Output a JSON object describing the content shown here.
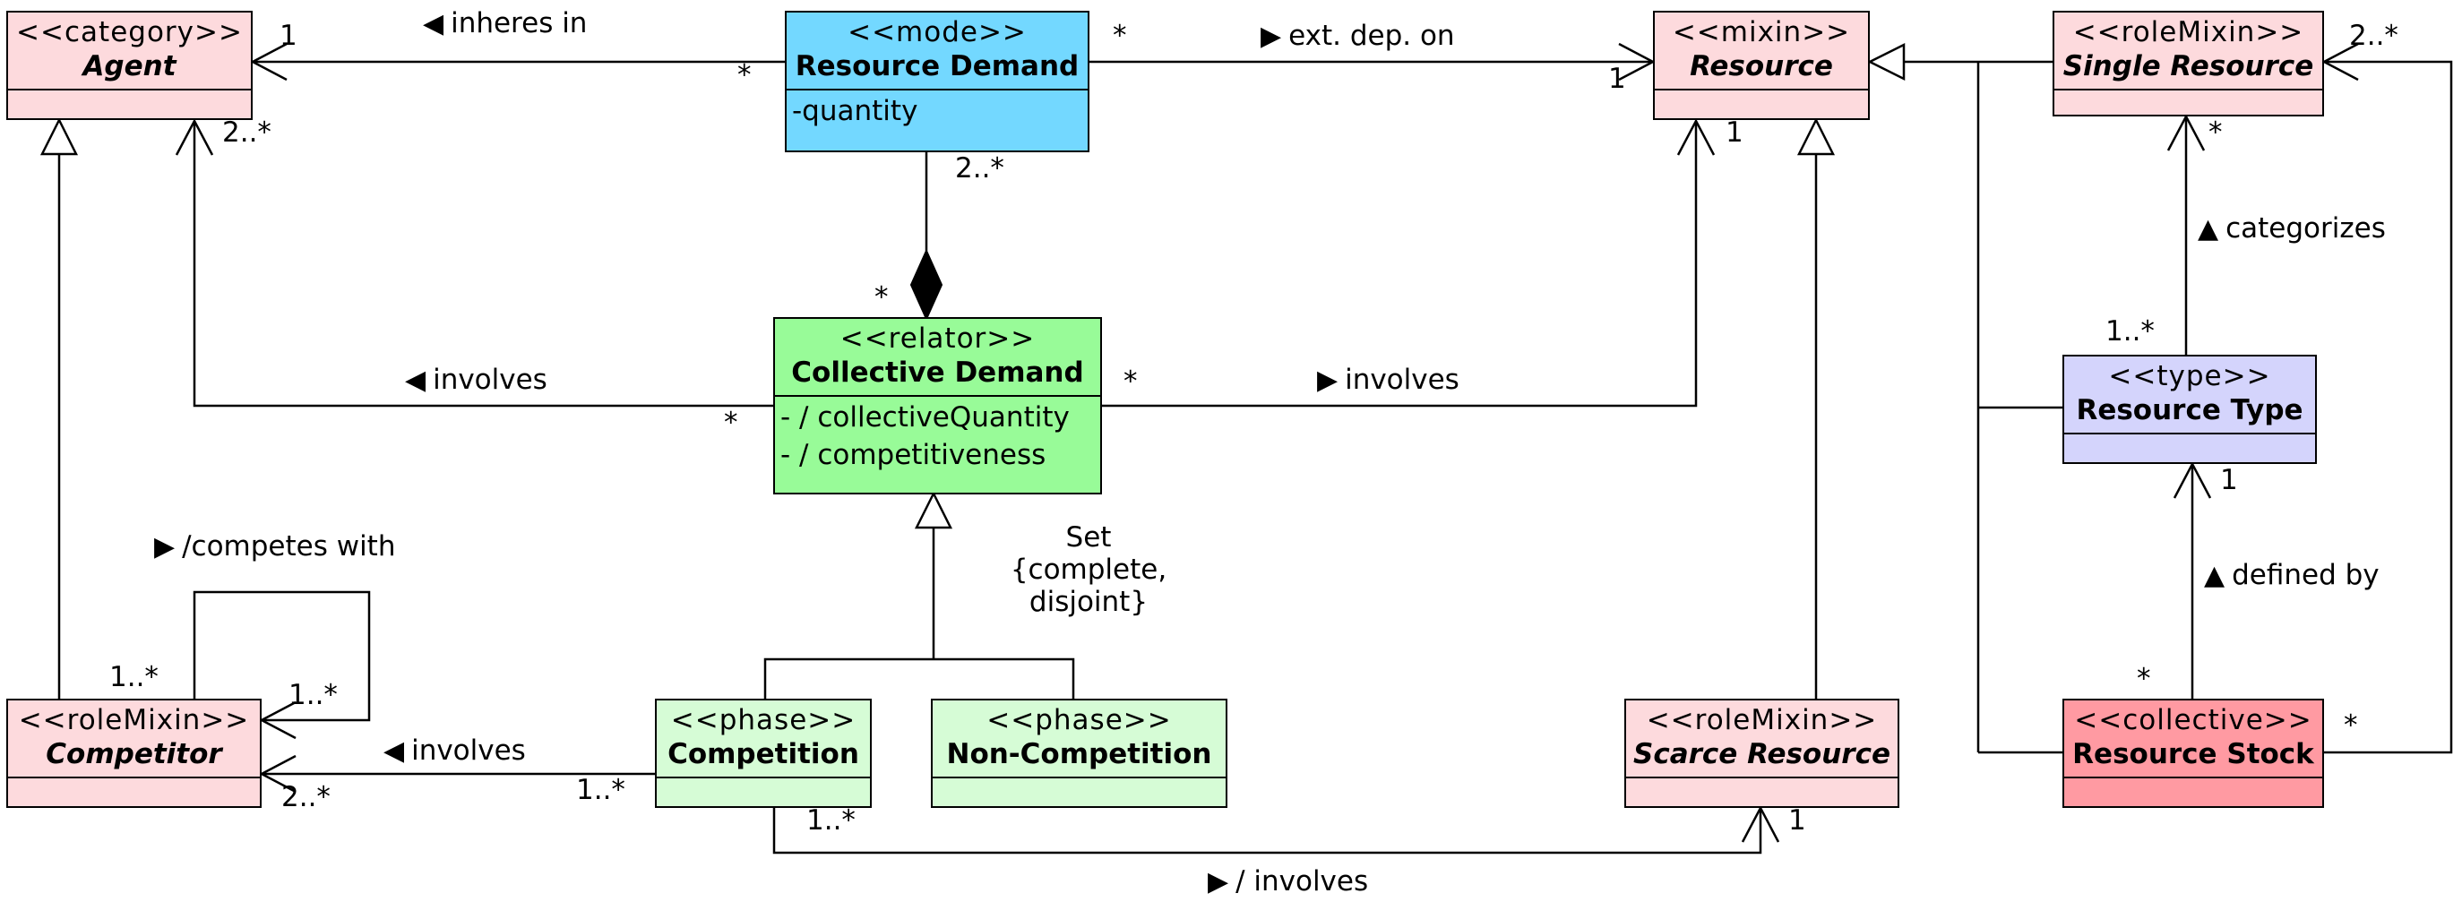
{
  "classes": {
    "agent": {
      "stereotype": "<<category>>",
      "name": "Agent"
    },
    "resource_demand": {
      "stereotype": "<<mode>>",
      "name": "Resource Demand",
      "attributes": [
        "-quantity"
      ]
    },
    "resource": {
      "stereotype": "<<mixin>>",
      "name": "Resource"
    },
    "single_resource": {
      "stereotype": "<<roleMixin>>",
      "name": "Single Resource"
    },
    "collective_demand": {
      "stereotype": "<<relator>>",
      "name": "Collective Demand",
      "attributes": [
        "- / collectiveQuantity",
        "- / competitiveness"
      ]
    },
    "resource_type": {
      "stereotype": "<<type>>",
      "name": "Resource Type"
    },
    "competitor": {
      "stereotype": "<<roleMixin>>",
      "name": "Competitor"
    },
    "competition": {
      "stereotype": "<<phase>>",
      "name": "Competition"
    },
    "non_competition": {
      "stereotype": "<<phase>>",
      "name": "Non-Competition"
    },
    "scarce_resource": {
      "stereotype": "<<roleMixin>>",
      "name": "Scarce Resource"
    },
    "resource_stock": {
      "stereotype": "<<collective>>",
      "name": "Resource Stock"
    }
  },
  "colors": {
    "category": "#FDDADD",
    "mode": "#73D8FF",
    "relator": "#98FB98",
    "type": "#D4D4FC",
    "phase": "#D6FCD6",
    "collective": "#FF9AA2"
  },
  "associations": {
    "inheres_in": "inheres in",
    "ext_dep_on": "ext. dep. on",
    "involves_agent": "involves",
    "involves_resource": "involves",
    "categorizes": "categorizes",
    "defined_by": "defined by",
    "competes_with": "/competes with",
    "involves_competitor": "involves",
    "involves_scarce": "/ involves",
    "generalization_set": [
      "Set",
      "{complete,",
      "disjoint}"
    ]
  },
  "multiplicities": {
    "agent_inheres": "1",
    "demand_inheres": "*",
    "demand_extdep": "*",
    "resource_extdep": "1",
    "agent_involves": "2..*",
    "collective_involves_agent": "*",
    "demand_composite": "2..*",
    "collective_composite": "*",
    "collective_involves_resource": "*",
    "resource_involves": "1",
    "single_resource_self": "2..*",
    "single_resource_categorizes": "*",
    "type_categorizes": "1..*",
    "type_defined_by": "1",
    "stock_defined_by": "*",
    "stock_single": "*",
    "competitor_self_a": "1..*",
    "competitor_self_b": "1..*",
    "competitor_involves": "2..*",
    "competition_involves_competitor": "1..*",
    "competition_involves_scarce": "1..*",
    "scarce_involves": "1"
  }
}
